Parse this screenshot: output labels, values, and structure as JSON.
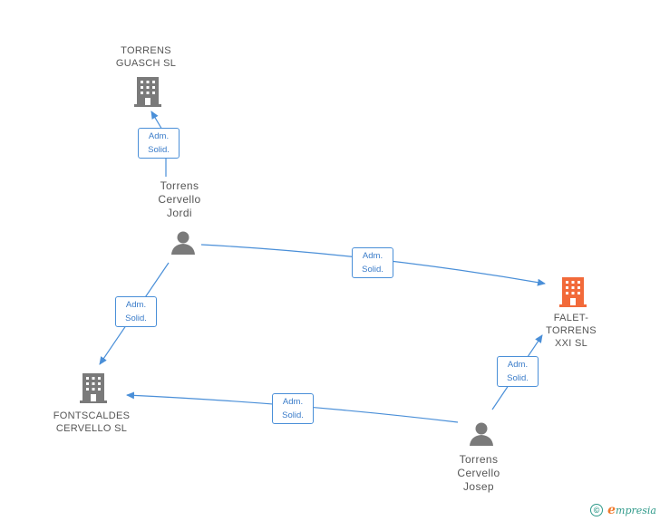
{
  "nodes": {
    "torrens_guasch": {
      "line1": "TORRENS",
      "line2": "GUASCH SL",
      "type": "company"
    },
    "falet_torrens": {
      "line1": "FALET-",
      "line2": "TORRENS",
      "line3": "XXI SL",
      "type": "company",
      "highlight": true
    },
    "fontscaldes": {
      "line1": "FONTSCALDES",
      "line2": "CERVELLO SL",
      "type": "company"
    },
    "jordi": {
      "line1": "Torrens",
      "line2": "Cervello",
      "line3": "Jordi",
      "type": "person"
    },
    "josep": {
      "line1": "Torrens",
      "line2": "Cervello",
      "line3": "Josep",
      "type": "person"
    }
  },
  "edges": [
    {
      "from": "jordi",
      "to": "torrens_guasch",
      "line1": "Adm.",
      "line2": "Solid."
    },
    {
      "from": "jordi",
      "to": "falet_torrens",
      "line1": "Adm.",
      "line2": "Solid."
    },
    {
      "from": "jordi",
      "to": "fontscaldes",
      "line1": "Adm.",
      "line2": "Solid."
    },
    {
      "from": "josep",
      "to": "fontscaldes",
      "line1": "Adm.",
      "line2": "Solid."
    },
    {
      "from": "josep",
      "to": "falet_torrens",
      "line1": "Adm.",
      "line2": "Solid."
    }
  ],
  "colors": {
    "edge": "#4a8fd8",
    "company": "#7a7a7a",
    "company_highlight": "#f26a3a",
    "person": "#7a7a7a"
  },
  "footer": {
    "copyright_symbol": "©",
    "brand_initial": "e",
    "brand_rest": "mpresia"
  }
}
